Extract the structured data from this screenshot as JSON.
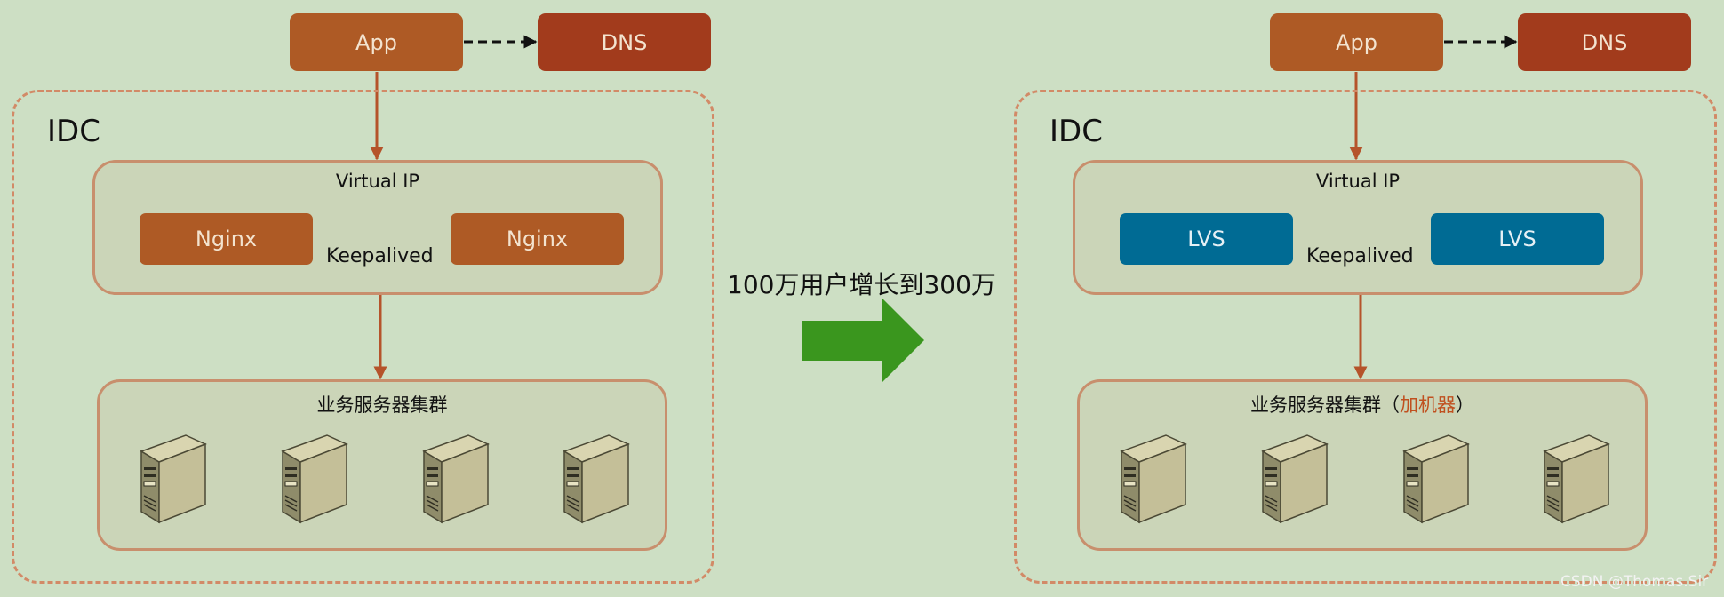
{
  "colors": {
    "background": "#cddfc4",
    "app": "#ae5a25",
    "dns": "#a23b1c",
    "nginx": "#ae5a25",
    "lvs": "#006b94",
    "connector": "#b5532a",
    "transition_arrow": "#3a961e"
  },
  "left": {
    "app_label": "App",
    "dns_label": "DNS",
    "idc_label": "IDC",
    "virtual_ip_label": "Virtual IP",
    "lb_left_label": "Nginx",
    "lb_right_label": "Nginx",
    "keepalived_label": "Keepalived",
    "cluster_label": "业务服务器集群",
    "server_count": 4,
    "server_icon": "server-tower-icon"
  },
  "transition": {
    "caption": "100万用户增长到300万",
    "arrow_icon": "right-arrow-icon"
  },
  "right": {
    "app_label": "App",
    "dns_label": "DNS",
    "idc_label": "IDC",
    "virtual_ip_label": "Virtual IP",
    "lb_left_label": "LVS",
    "lb_right_label": "LVS",
    "keepalived_label": "Keepalived",
    "cluster_label": "业务服务器集群",
    "cluster_note_open": "（",
    "cluster_note": "加机器",
    "cluster_note_close": "）",
    "server_count": 4,
    "server_icon": "server-tower-icon"
  },
  "watermark": "CSDN @Thomas.Sir"
}
